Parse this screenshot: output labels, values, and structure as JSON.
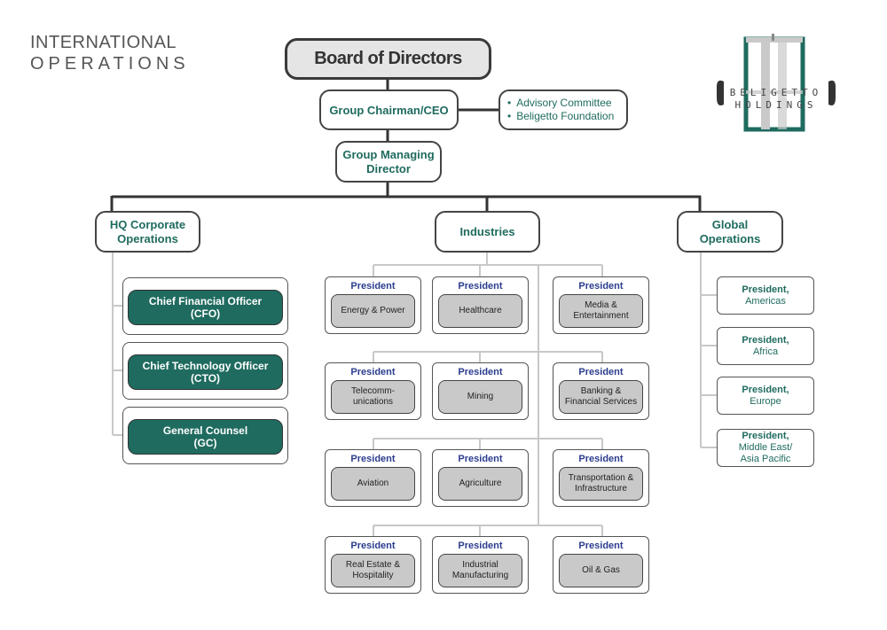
{
  "page": {
    "title_line1": "INTERNATIONAL",
    "title_line2": "OPERATIONS"
  },
  "logo": {
    "line1": "BELIGETTO",
    "line2": "HOLDINGS",
    "accent_color": "#1f6b5f"
  },
  "chart": {
    "board": "Board of Directors",
    "chairman": "Group Chairman/CEO",
    "advisory": [
      "Advisory Committee",
      "Beligetto Foundation"
    ],
    "managing_director": [
      "Group Managing",
      "Director"
    ],
    "divisions": {
      "hq": [
        "HQ Corporate",
        "Operations"
      ],
      "industries": "Industries",
      "global": [
        "Global",
        "Operations"
      ]
    }
  },
  "hq_executives": [
    [
      "Chief Financial Officer",
      "(CFO)"
    ],
    [
      "Chief Technology Officer",
      "(CTO)"
    ],
    [
      "General Counsel",
      "(GC)"
    ]
  ],
  "industries": {
    "title_label": "President",
    "rows": [
      [
        [
          "Energy & Power"
        ],
        [
          "Healthcare"
        ],
        [
          "Media &",
          "Entertainment"
        ]
      ],
      [
        [
          "Telecomm-",
          "unications"
        ],
        [
          "Mining"
        ],
        [
          "Banking  &",
          "Financial Services"
        ]
      ],
      [
        [
          "Aviation"
        ],
        [
          "Agriculture"
        ],
        [
          "Transportation  &",
          "Infrastructure"
        ]
      ],
      [
        [
          "Real Estate &",
          "Hospitality"
        ],
        [
          "Industrial",
          "Manufacturing"
        ],
        [
          "Oil & Gas"
        ]
      ]
    ]
  },
  "global_regions": [
    {
      "title": "President,",
      "region": [
        "Americas"
      ]
    },
    {
      "title": "President,",
      "region": [
        "Africa"
      ]
    },
    {
      "title": "President,",
      "region": [
        "Europe"
      ]
    },
    {
      "title": "President,",
      "region": [
        "Middle East/",
        "Asia Pacific"
      ]
    }
  ],
  "colors": {
    "teal": "#1f6b5f",
    "navy": "#2b3d8f",
    "connector_dark": "#333333",
    "connector_light": "#c8c8c8",
    "pill_gray": "#c9c9c9",
    "board_fill": "#e5e5e5"
  }
}
